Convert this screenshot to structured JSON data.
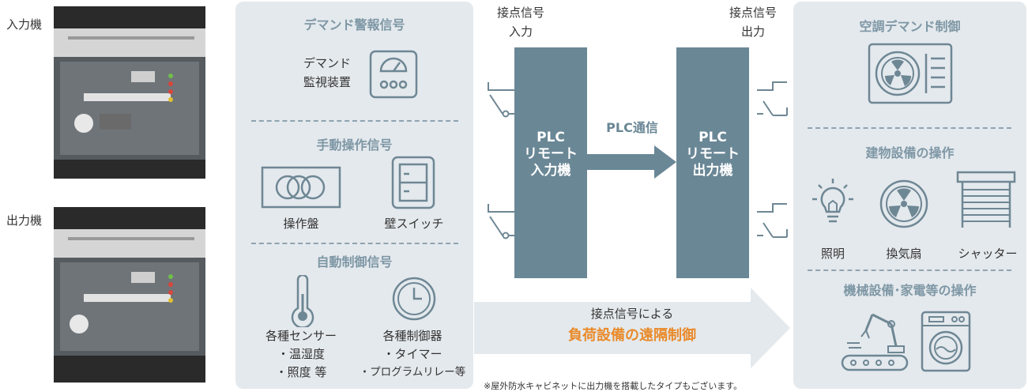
{
  "devices": {
    "input_label": "入力機",
    "output_label": "出力機"
  },
  "left_panel": {
    "section1_title": "デマンド警報信号",
    "demand_device_line1": "デマンド",
    "demand_device_line2": "監視装置",
    "section2_title": "手動操作信号",
    "panel_label": "操作盤",
    "wall_switch_label": "壁スイッチ",
    "section3_title": "自動制御信号",
    "sensor_line1": "各種センサー",
    "sensor_line2": "・温湿度",
    "sensor_line3": "・照度 等",
    "controller_line1": "各種制御器",
    "controller_line2": "・タイマー",
    "controller_line3": "・プログラムリレー等"
  },
  "center": {
    "contact_in_line1": "接点信号",
    "contact_in_line2": "入力",
    "contact_out_line1": "接点信号",
    "contact_out_line2": "出力",
    "plc_in_line1": "PLC",
    "plc_in_line2": "リモート",
    "plc_in_line3": "入力機",
    "plc_out_line1": "PLC",
    "plc_out_line2": "リモート",
    "plc_out_line3": "出力機",
    "plc_comm": "PLC通信",
    "arrow_line1": "接点信号による",
    "arrow_line2": "負荷設備の遠隔制御",
    "footnote": "※屋外防水キャビネットに出力機を搭載したタイプもございます。"
  },
  "right_panel": {
    "section1_title": "空調デマンド制御",
    "section2_title": "建物設備の操作",
    "lighting_label": "照明",
    "fan_label": "換気扇",
    "shutter_label": "シャッター",
    "section3_title": "機械設備･家電等の操作"
  },
  "colors": {
    "panel_bg": "#e4e9ed",
    "plc_bar": "#6a8796",
    "accent_orange": "#e98a2a",
    "title_gray_blue": "#7e97a5"
  }
}
